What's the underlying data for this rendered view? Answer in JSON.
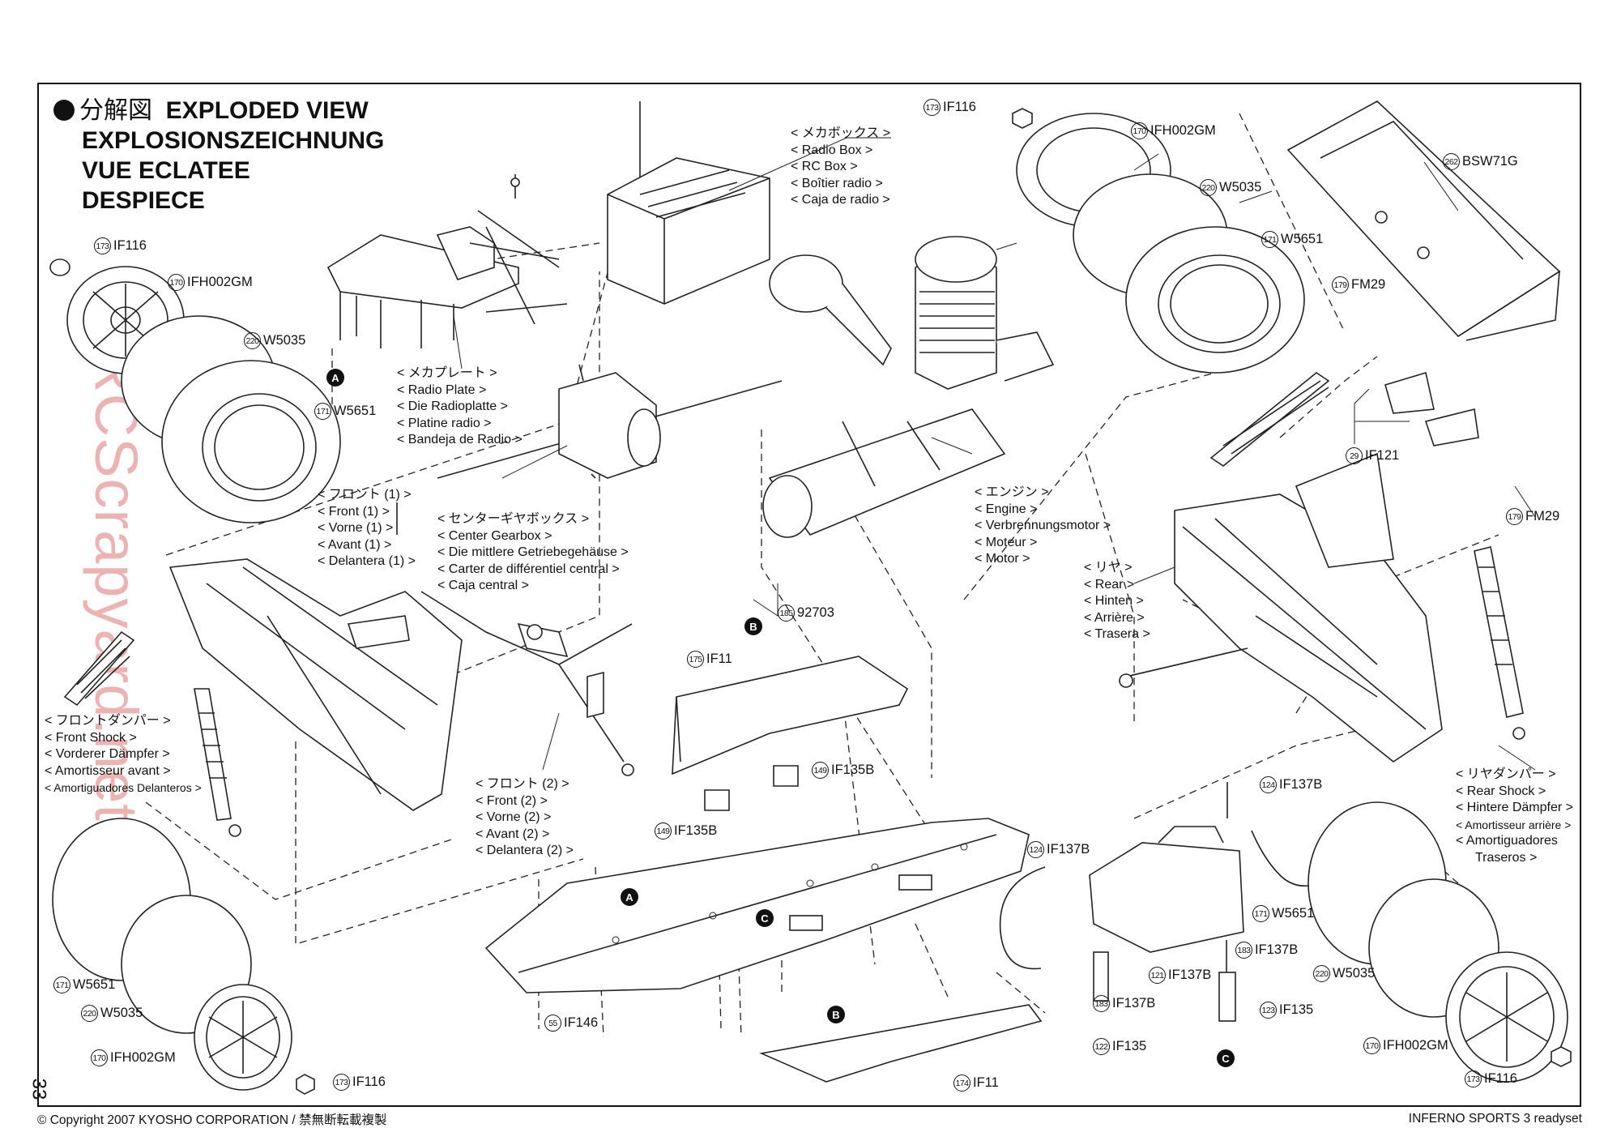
{
  "title": {
    "jp": "分解図",
    "en": "EXPLODED VIEW",
    "de": "EXPLOSIONSZEICHNUNG",
    "fr": "VUE ECLATEE",
    "es": "DESPIECE"
  },
  "watermark": "RCScrapyard.net",
  "page_number": "33",
  "footer": {
    "copyright": "© Copyright 2007 KYOSHO CORPORATION / 禁無断転載複製",
    "model": "INFERNO SPORTS 3 readyset"
  },
  "callouts": {
    "radio_box": [
      "< メカボックス >",
      "< Radio Box >",
      "< RC Box >",
      "< Boîtier radio >",
      "< Caja de radio >"
    ],
    "radio_plate": [
      "< メカプレート >",
      "< Radio Plate >",
      "< Die Radioplatte >",
      "< Platine radio >",
      "< Bandeja de Radio >"
    ],
    "front1": [
      "< フロント (1) >",
      "< Front (1) >",
      "< Vorne (1) >",
      "< Avant (1) >",
      "< Delantera (1) >"
    ],
    "center_gearbox": [
      "< センターギヤボックス >",
      "< Center Gearbox >",
      "< Die mittlere Getriebegehäuse >",
      "< Carter de différentiel central >",
      "< Caja central >"
    ],
    "engine": [
      "< エンジン >",
      "< Engine >",
      "< Verbrennungsmotor >",
      "< Moteur >",
      "< Motor >"
    ],
    "rear": [
      "< リヤ >",
      "< Rear >",
      "< Hinten >",
      "< Arrière >",
      "< Trasera >"
    ],
    "front_shock": [
      "< フロントダンパー >",
      "< Front Shock >",
      "< Vorderer Dämpfer >",
      "< Amortisseur avant >",
      "< Amortiguadores Delanteros >"
    ],
    "front2": [
      "< フロント (2) >",
      "< Front (2) >",
      "< Vorne (2) >",
      "< Avant (2) >",
      "< Delantera (2) >"
    ],
    "rear_shock": [
      "< リヤダンパー >",
      "< Rear Shock >",
      "< Hintere Dämpfer >",
      "< Amortisseur arrière >",
      "< Amortiguadores",
      "Traseros >"
    ]
  },
  "parts": [
    {
      "num": "173",
      "code": "IF116"
    },
    {
      "num": "170",
      "code": "IFH002GM"
    },
    {
      "num": "220",
      "code": "W5035"
    },
    {
      "num": "171",
      "code": "W5651"
    },
    {
      "num": "173",
      "code": "IF116"
    },
    {
      "num": "170",
      "code": "IFH002GM"
    },
    {
      "num": "220",
      "code": "W5035"
    },
    {
      "num": "171",
      "code": "W5651"
    },
    {
      "num": "262",
      "code": "BSW71G"
    },
    {
      "num": "179",
      "code": "FM29"
    },
    {
      "num": "29",
      "code": "IF121"
    },
    {
      "num": "179",
      "code": "FM29"
    },
    {
      "num": "185",
      "code": "92703"
    },
    {
      "num": "175",
      "code": "IF11"
    },
    {
      "num": "149",
      "code": "IF135B"
    },
    {
      "num": "149",
      "code": "IF135B"
    },
    {
      "num": "124",
      "code": "IF137B"
    },
    {
      "num": "124",
      "code": "IF137B"
    },
    {
      "num": "183",
      "code": "IF137B"
    },
    {
      "num": "121",
      "code": "IF137B"
    },
    {
      "num": "183",
      "code": "IF137B"
    },
    {
      "num": "123",
      "code": "IF135"
    },
    {
      "num": "122",
      "code": "IF135"
    },
    {
      "num": "55",
      "code": "IF146"
    },
    {
      "num": "174",
      "code": "IF11"
    },
    {
      "num": "171",
      "code": "W5651"
    },
    {
      "num": "220",
      "code": "W5035"
    },
    {
      "num": "170",
      "code": "IFH002GM"
    },
    {
      "num": "173",
      "code": "IF116"
    },
    {
      "num": "171",
      "code": "W5651"
    },
    {
      "num": "220",
      "code": "W5035"
    },
    {
      "num": "170",
      "code": "IFH002GM"
    },
    {
      "num": "173",
      "code": "IF116"
    }
  ],
  "markers": [
    "A",
    "B",
    "A",
    "C",
    "B",
    "C"
  ]
}
